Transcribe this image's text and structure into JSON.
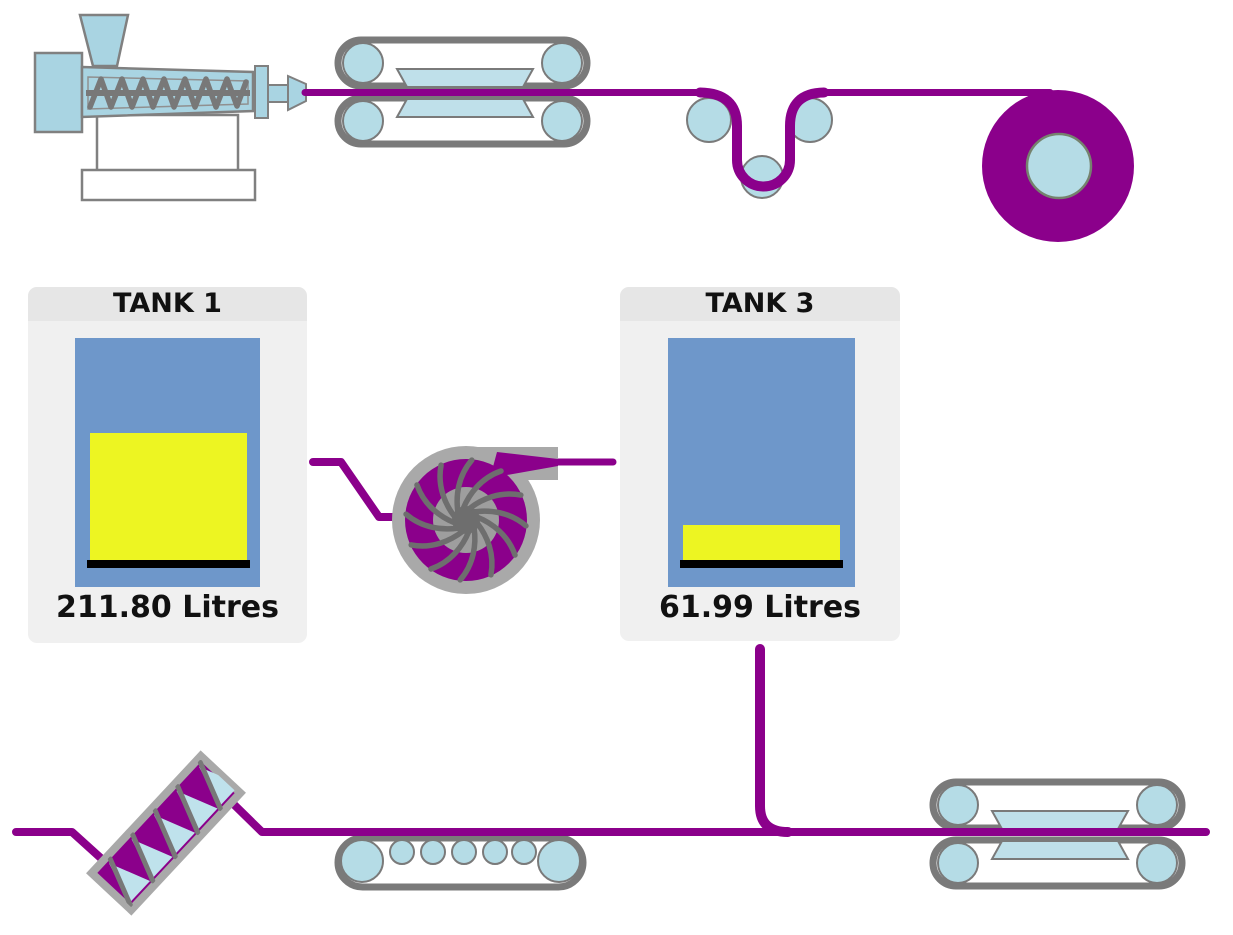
{
  "page": {
    "background": "#FFFFFF",
    "kind": "process-diagram"
  },
  "colors": {
    "pipe_purple": "#8B008B",
    "machine_light_blue": "#AFD8E4",
    "outline_gray": "#7A7A7A",
    "casing_gray": "#A9A9A9",
    "tank_blue": "#6E97CA",
    "tank_level_yellow": "#EDF522",
    "panel_bg": "#F0F0F0",
    "panel_header_bg": "#E6E6E6",
    "text_black": "#111111"
  },
  "tanks": [
    {
      "id": "tank-1",
      "title": "TANK 1",
      "value": 211.8,
      "unit": "Litres",
      "value_label": "211.80 Litres",
      "level_percent": 57.2
    },
    {
      "id": "tank-3",
      "title": "TANK 3",
      "value": 61.99,
      "unit": "Litres",
      "value_label": "61.99 Litres",
      "level_percent": 15.8
    }
  ],
  "machines": [
    "extruder-icon",
    "double-belt-press-icon",
    "guide-rollers-icon",
    "winding-roll-icon",
    "centrifugal-pump-icon",
    "screw-conveyor-icon",
    "belt-conveyor-icon",
    "double-belt-press-2-icon"
  ]
}
